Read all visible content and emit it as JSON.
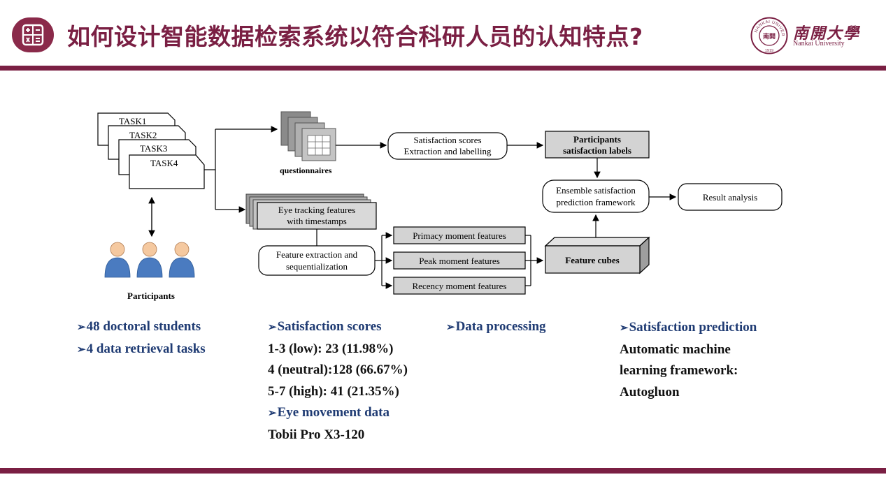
{
  "header": {
    "title": "如何设计智能数据检索系统以符合科研人员的认知特点?",
    "logo_cn": "南開大學",
    "logo_en": "Nankai University",
    "seal_text": "NANKAI UNIVERSITY",
    "seal_year": "1919",
    "seal_center": "南開"
  },
  "colors": {
    "accent": "#7a1f43",
    "bullet_blue": "#1f3b73",
    "box_gray": "#d3d3d3",
    "icon_bg": "#8a2a4a"
  },
  "icons": {
    "header_icon": "calculator-icon",
    "participants_icon": "people-icon",
    "questionnaires_icon": "documents-icon"
  },
  "diagram": {
    "tasks": [
      "TASK1",
      "TASK2",
      "TASK3",
      "TASK4"
    ],
    "participants_label": "Participants",
    "questionnaires_label": "questionnaires",
    "satisfaction_scores_box": [
      "Satisfaction scores",
      "Extraction and labelling"
    ],
    "participants_labels_box": [
      "Participants",
      "satisfaction labels"
    ],
    "ensemble_box": [
      "Ensemble satisfaction",
      "prediction framework"
    ],
    "result_box": "Result analysis",
    "eye_tracking_box": [
      "Eye tracking features",
      "with timestamps"
    ],
    "feature_extraction_box": [
      "Feature extraction and",
      "sequentialization"
    ],
    "moment_features": [
      "Primacy moment features",
      "Peak moment features",
      "Recency moment features"
    ],
    "feature_cubes_box": "Feature cubes"
  },
  "bullets": {
    "col1": [
      "48 doctoral  students",
      "4 data retrieval tasks"
    ],
    "col2": {
      "heading1": "Satisfaction scores",
      "lines1": [
        "1-3 (low): 23 (11.98%)",
        "4 (neutral):128 (66.67%)",
        "5-7 (high): 41 (21.35%)"
      ],
      "heading2": "Eye movement data",
      "line2": "Tobii Pro X3-120"
    },
    "col3": {
      "heading": "Data processing"
    },
    "col4": {
      "heading": "Satisfaction prediction",
      "lines": [
        "Automatic machine",
        "learning framework:",
        "Autogluon"
      ]
    }
  }
}
